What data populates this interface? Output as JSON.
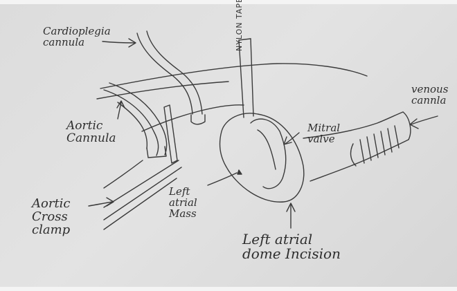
{
  "labels": {
    "cardioplegia": "Cardioplegia\ncannula",
    "aortic_cannula": "Aortic\nCannula",
    "aortic_clamp": "Aortic\nCross\nclamp",
    "nylon_tape": "NYLON TAPE",
    "mitral_valve": "Mitral\nvalve",
    "venous_cannula": "venous\ncannla",
    "left_atrial_mass": "Left\natrial\nMass",
    "dome_incision": "Left atrial\ndome Incision"
  },
  "colors": {
    "paper": "#e0e0e0",
    "pencil": "#3a3a3a"
  }
}
